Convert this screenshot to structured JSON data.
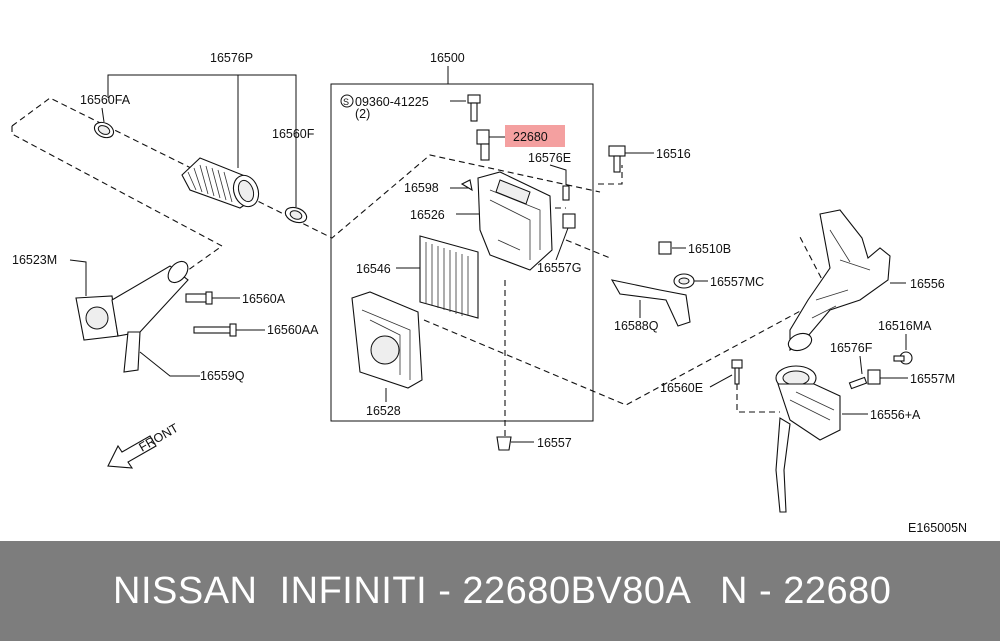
{
  "diagram": {
    "labels": {
      "p16500": "16500",
      "p16576P": "16576P",
      "p16560FA": "16560FA",
      "p16560F": "16560F",
      "p08360": "09360-41225",
      "p08360_qty": "(2)",
      "p22680": "22680",
      "p16576E": "16576E",
      "p16516": "16516",
      "p16598": "16598",
      "p16526": "16526",
      "p16510B": "16510B",
      "p16546": "16546",
      "p16557G": "16557G",
      "p16557MC": "16557MC",
      "p16523M": "16523M",
      "p16556": "16556",
      "p16560A": "16560A",
      "p16588Q": "16588Q",
      "p16516MA": "16516MA",
      "p16560AA": "16560AA",
      "p16576F": "16576F",
      "p16559Q": "16559Q",
      "p16560E": "16560E",
      "p16557M": "16557M",
      "p16528": "16528",
      "p16556A": "16556+A",
      "p16557": "16557",
      "front": "FRONT",
      "diagram_code": "E165005N"
    },
    "highlight_color": "#f4a0a0"
  },
  "footer": {
    "left": "NISSAN  INFINITI - 22680BV80A",
    "right": "N - 22680",
    "background": "#7d7d7d"
  }
}
